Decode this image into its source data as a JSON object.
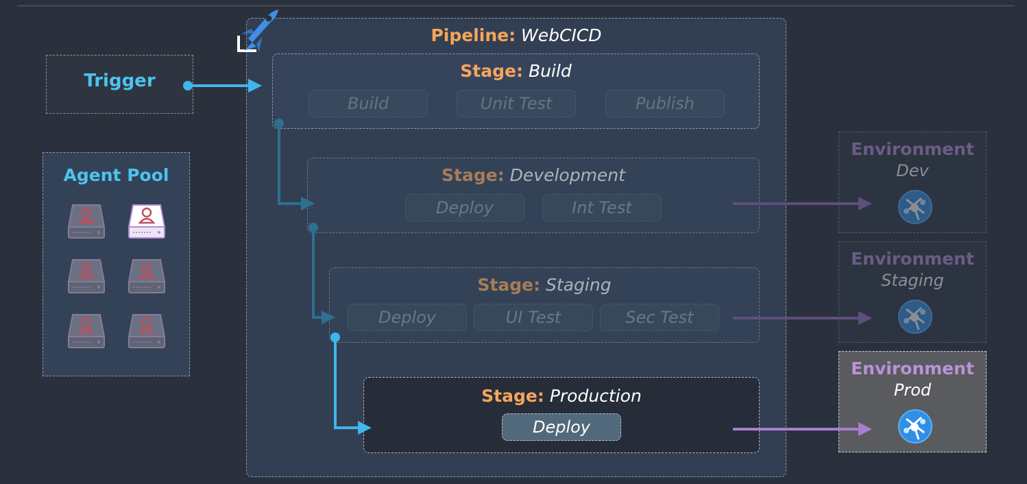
{
  "trigger": {
    "label": "Trigger"
  },
  "agent_pool": {
    "title": "Agent Pool",
    "agents": [
      "agent-1",
      "agent-2-active",
      "agent-3",
      "agent-4",
      "agent-5",
      "agent-6"
    ]
  },
  "pipeline": {
    "keyword": "Pipeline:",
    "name": "WebCICD",
    "stages": [
      {
        "keyword": "Stage:",
        "name": "Build",
        "jobs": [
          "Build",
          "Unit Test",
          "Publish"
        ]
      },
      {
        "keyword": "Stage:",
        "name": "Development",
        "jobs": [
          "Deploy",
          "Int Test"
        ]
      },
      {
        "keyword": "Stage:",
        "name": "Staging",
        "jobs": [
          "Deploy",
          "UI Test",
          "Sec Test"
        ]
      },
      {
        "keyword": "Stage:",
        "name": "Production",
        "jobs": [
          "Deploy"
        ]
      }
    ]
  },
  "environments": [
    {
      "title": "Environment",
      "name": "Dev",
      "icon": "globe-icon"
    },
    {
      "title": "Environment",
      "name": "Staging",
      "icon": "globe-icon"
    },
    {
      "title": "Environment",
      "name": "Prod",
      "icon": "globe-icon"
    }
  ],
  "colors": {
    "background": "#2a313d",
    "accent_blue": "#3fb6ee",
    "accent_orange": "#f6a55b",
    "env_purple": "#b993da",
    "pipeline_bg": "#323f53"
  }
}
